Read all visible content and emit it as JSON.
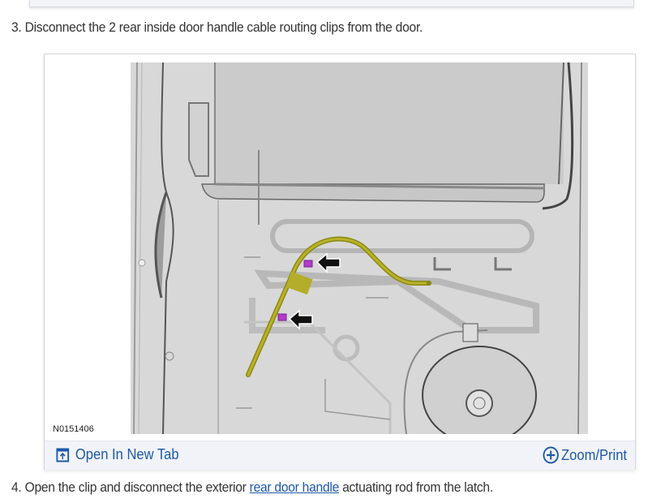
{
  "steps": [
    {
      "number": "3.",
      "text": "Disconnect the 2 rear inside door handle cable routing clips from the door."
    },
    {
      "number": "4.",
      "text_before": "Open the clip and disconnect the exterior ",
      "link": "rear door handle",
      "text_after": " actuating rod from the latch."
    }
  ],
  "figure": {
    "label": "N0151406",
    "description": "Line drawing of rear door inner panel showing inside door handle cable (yellow) with 2 routing clips (magenta) indicated by black arrows",
    "colors": {
      "cable": "#a6a21a",
      "clip": "#b03cc8",
      "arrow": "#111111",
      "panel": "#d6d6d6"
    },
    "footer": {
      "open_label": "Open In New Tab",
      "open_icon": "open-new-tab-icon",
      "zoom_label": "Zoom/Print",
      "zoom_icon": "plus-circle-icon"
    }
  },
  "colors": {
    "link": "#1d59a8",
    "text": "#333333",
    "footer_bg": "#f1f3f8"
  }
}
